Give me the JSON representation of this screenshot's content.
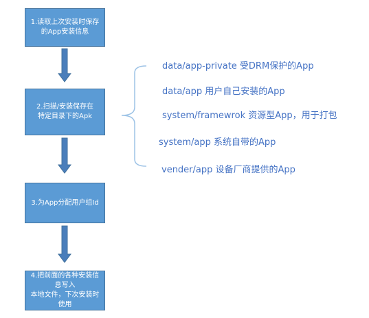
{
  "steps": [
    {
      "lines": [
        "1.读取上次安装时保存",
        "的App安装信息"
      ]
    },
    {
      "lines": [
        "2.扫描/安装保存在",
        "特定目录下的Apk"
      ]
    },
    {
      "lines": [
        "3.为App分配用户组Id"
      ]
    },
    {
      "lines": [
        "4.把前面的各种安装信息写入",
        "本地文件，下次安装时使用"
      ]
    }
  ],
  "directories": [
    {
      "label": "data/app-private 受DRM保护的App"
    },
    {
      "label": "data/app 用户自己安装的App"
    },
    {
      "label": "system/framewrok 资源型App，用于打包"
    },
    {
      "label": "system/app 系统自带的App"
    },
    {
      "label": "vender/app 设备厂商提供的App"
    }
  ],
  "colors": {
    "box_fill": "#5b9bd5",
    "box_border": "#41719c",
    "arrow_fill": "#4a7ebb",
    "brace_stroke": "#9dc3e6",
    "item_text": "#4472c4"
  }
}
